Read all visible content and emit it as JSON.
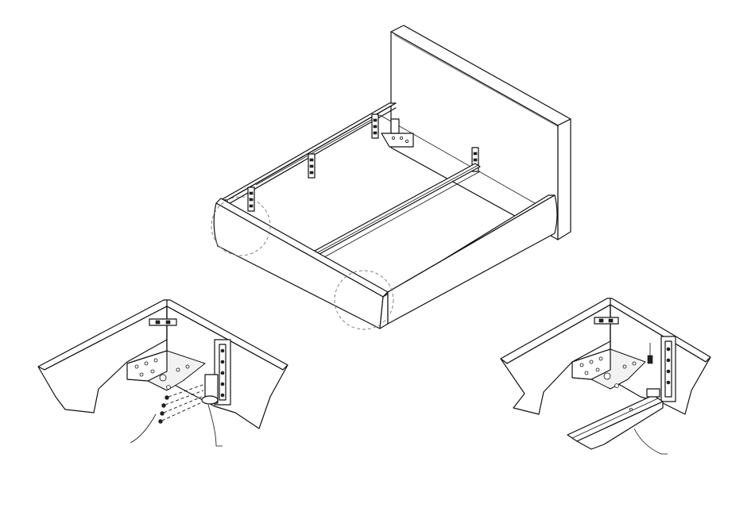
{
  "diagram": {
    "views": [
      "bed-frame-overview",
      "corner-detail-screw-fixing",
      "corner-detail-center-rail"
    ],
    "callout_style": "dashed-circle",
    "line_color": "#111111",
    "background": "#ffffff"
  }
}
